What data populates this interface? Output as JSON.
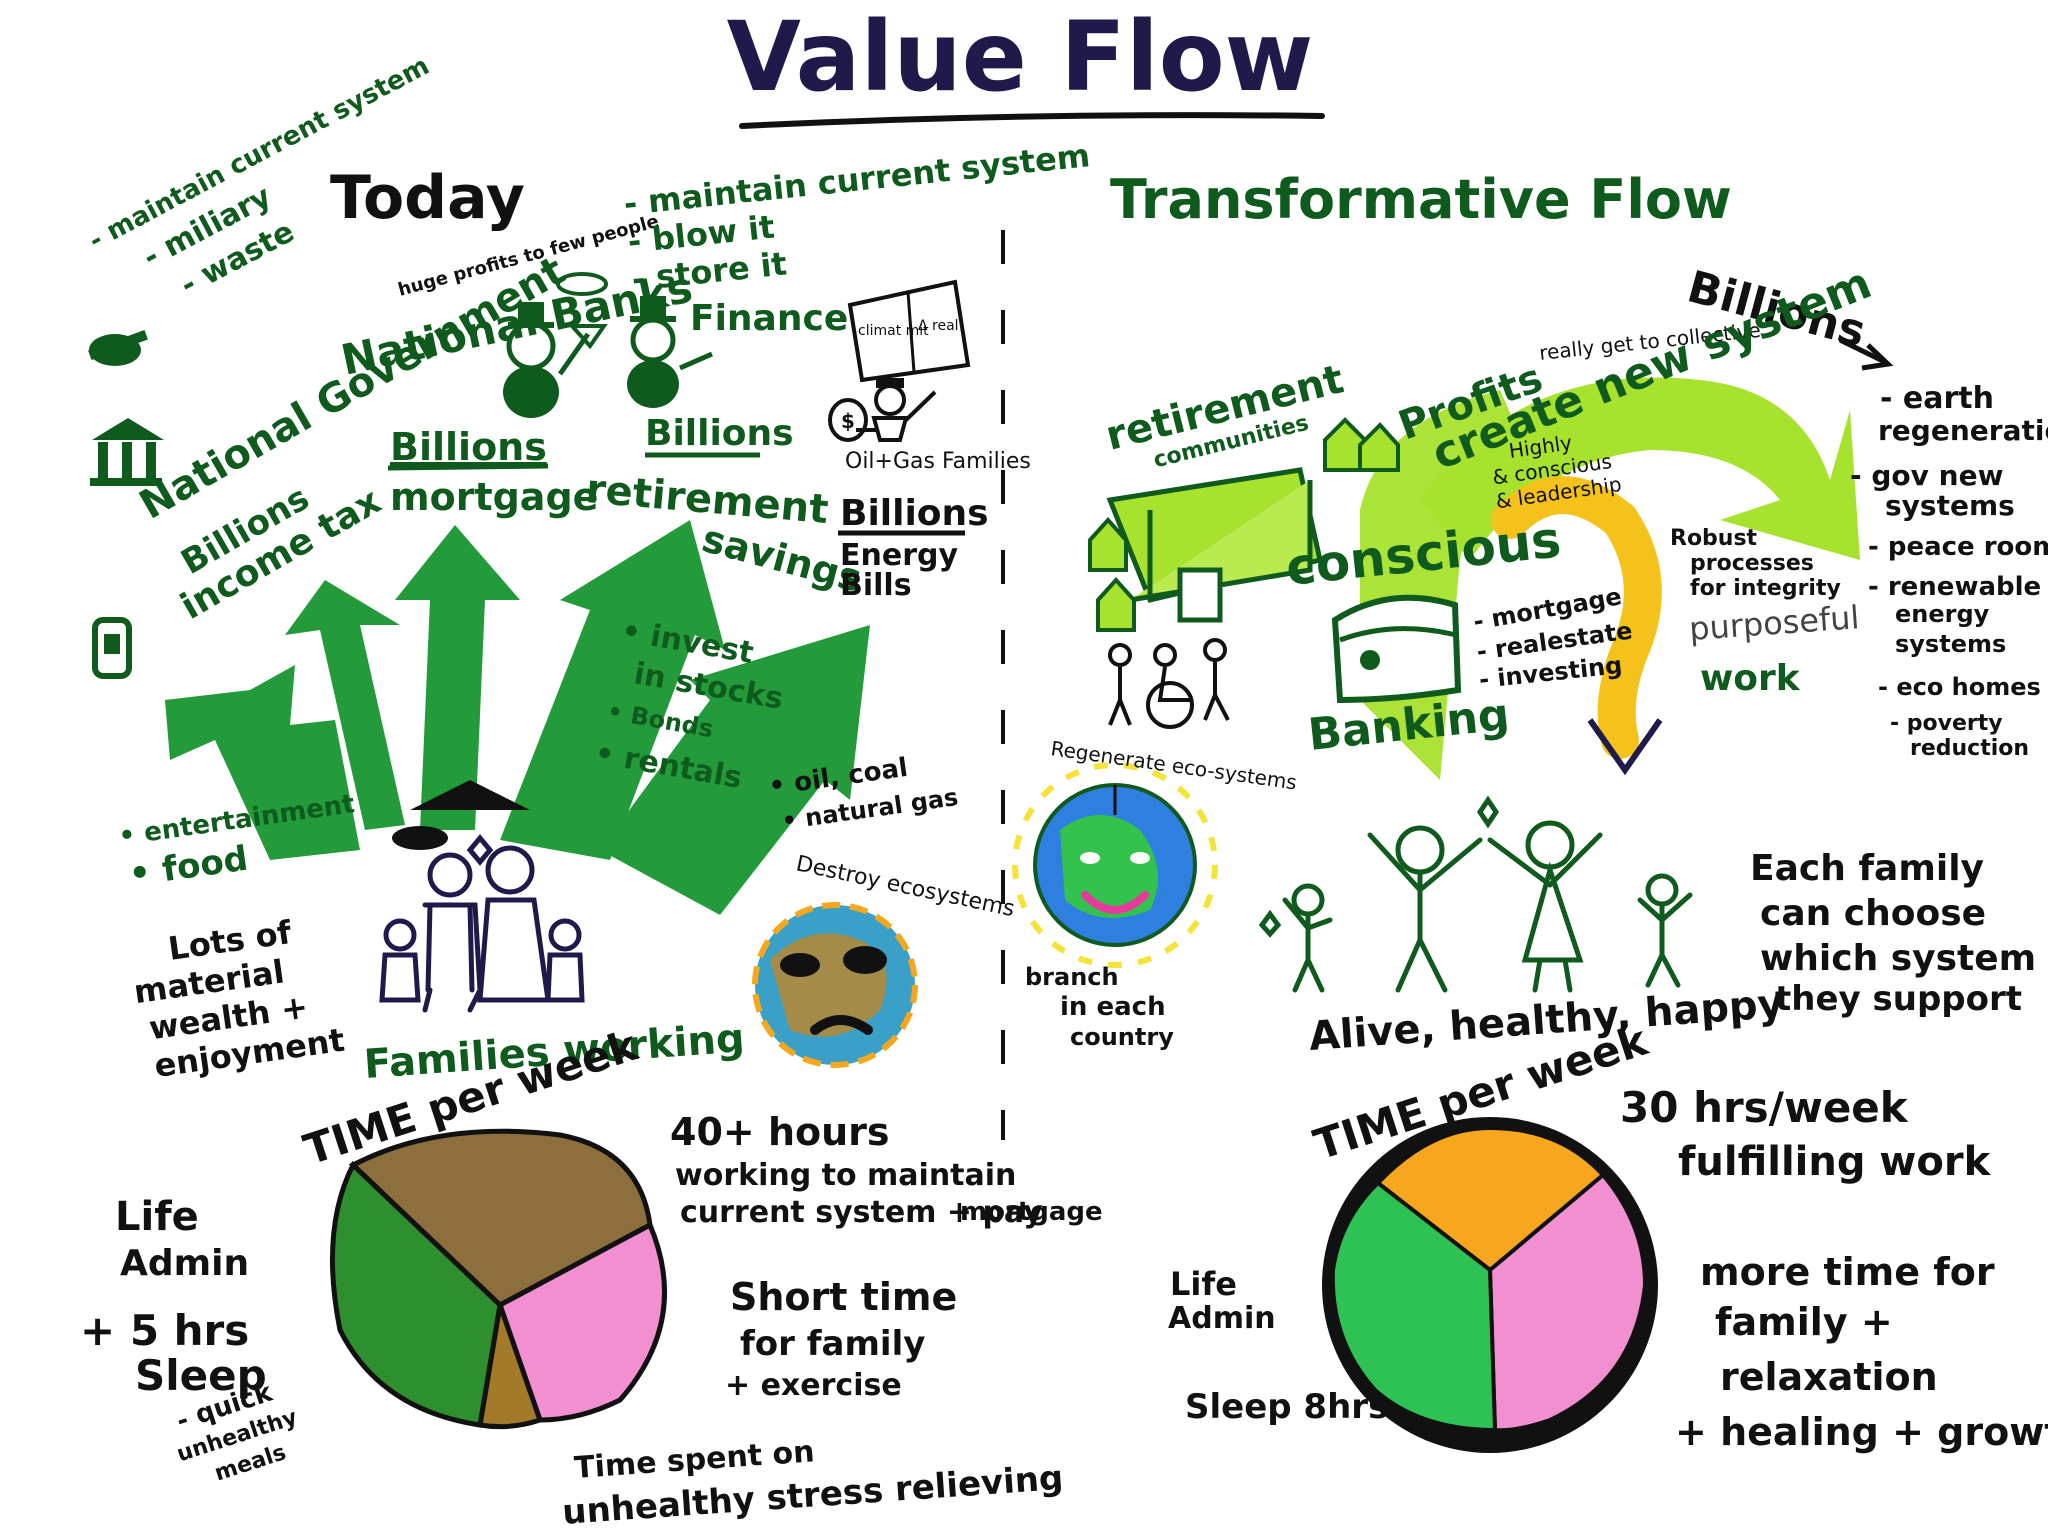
{
  "title": "Value Flow",
  "colors": {
    "navy": "#1e1b4b",
    "dark_green": "#0f5a1d",
    "arrow_green": "#239b3a",
    "lime": "#a6e22e",
    "yellow": "#f4c21a",
    "pink": "#f18fd0",
    "orange": "#f6a71d",
    "brown": "#8c6f3c"
  },
  "today": {
    "heading": "Today",
    "top_left_list": [
      "- maintain current system",
      "- miliary",
      "- waste"
    ],
    "national_government": "National Government",
    "gov_billions": "Billions",
    "income_tax": "income tax",
    "huge_profits": "huge profits to few people",
    "national_banks": "National Banks",
    "banks_billions": "Billions",
    "mortgage": "mortgage",
    "finance_list": [
      "- maintain current system",
      "- blow it",
      "- store it"
    ],
    "finance": "Finance",
    "finance_billions": "Billions",
    "retirement": "retirement",
    "savings": "savings",
    "sign_left": "climat mit",
    "sign_right": "Δ real",
    "oil_gas_families": "Oil+Gas Families",
    "energy_billions": "Billions",
    "energy_bills": "Energy Bills",
    "invest_lines": [
      "• invest",
      "in stocks",
      "• Bonds",
      "• rentals"
    ],
    "oil_lines": [
      "• oil, coal",
      "• natural gas"
    ],
    "entertainment_lines": [
      "• entertainment",
      "• food"
    ],
    "destroy_ecosystems": "Destroy ecosystems",
    "material_wealth": [
      "Lots of",
      "material",
      "wealth +",
      "enjoyment"
    ],
    "families_working": "Families working",
    "time_per_week": "TIME per week",
    "forty_hours": [
      "40+ hours",
      "working to maintain",
      "current system + pay",
      "mortgage"
    ],
    "short_time": [
      "Short time",
      "for family",
      "+ exercise"
    ],
    "life_admin": [
      "Life",
      "Admin",
      "+ 5 hrs",
      "Sleep"
    ],
    "quick_meals": [
      "- quick",
      "unhealthy",
      "meals"
    ],
    "time_spent": [
      "Time spent on",
      "unhealthy stress relieving"
    ]
  },
  "transformative": {
    "heading": "Transformative Flow",
    "billions": "Billions",
    "profits": "Profits",
    "really_get": "really get to collective",
    "create_new_system": "create new system",
    "highly_conscious": [
      "Highly",
      "& conscious",
      "& leadership"
    ],
    "retirement_communities": [
      "retirement",
      "communities"
    ],
    "conscious": "conscious",
    "robust_processes": [
      "Robust",
      "processes",
      "for integrity"
    ],
    "purposeful": "purposeful",
    "work": "work",
    "right_list": [
      "- earth",
      "regeneration",
      "- gov new",
      "systems",
      "- peace room",
      "- renewable",
      "energy",
      "systems",
      "- eco homes",
      "- poverty",
      "reduction"
    ],
    "banking_list": [
      "- mortgage",
      "- realestate",
      "- investing"
    ],
    "banking": "Banking",
    "regenerate": "Regenerate eco-systems",
    "branch": [
      "branch",
      "in each",
      "country"
    ],
    "each_family": [
      "Each family",
      "can choose",
      "which system",
      "they support"
    ],
    "alive": "Alive, healthy, happy",
    "time_per_week": "TIME per week",
    "thirty_hours": [
      "30 hrs/week",
      "fulfilling work"
    ],
    "more_time": [
      "more time for",
      "family +",
      "relaxation",
      "+ healing + growth"
    ],
    "life_admin": [
      "Life",
      "Admin"
    ],
    "sleep": "Sleep 8hrs"
  }
}
